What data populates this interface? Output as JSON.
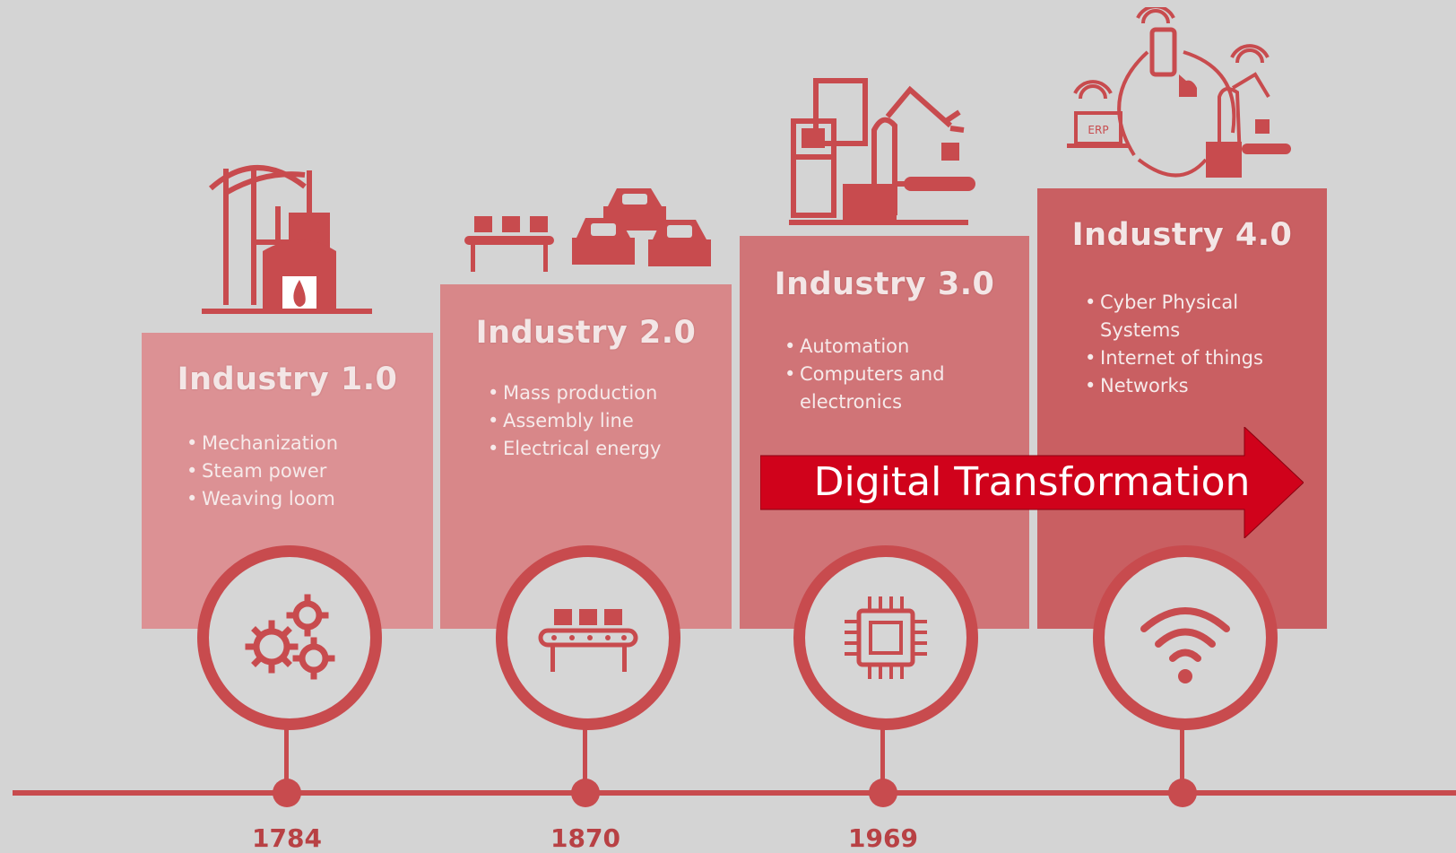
{
  "stages": [
    {
      "title": "Industry 1.0",
      "bullets": [
        "Mechanization",
        "Steam power",
        "Weaving loom"
      ],
      "year": "1784",
      "icon": "gears-icon",
      "illustration": "steam-engine-illustration"
    },
    {
      "title": "Industry 2.0",
      "bullets": [
        "Mass production",
        "Assembly line",
        "Electrical energy"
      ],
      "year": "1870",
      "icon": "conveyor-belt-icon",
      "illustration": "assembly-line-cars-illustration"
    },
    {
      "title": "Industry 3.0",
      "bullets": [
        "Automation",
        "Computers and electronics"
      ],
      "year": "1969",
      "icon": "microchip-icon",
      "illustration": "robot-arm-computer-illustration"
    },
    {
      "title": "Industry 4.0",
      "bullets": [
        "Cyber Physical Systems",
        "Internet of things",
        "Networks"
      ],
      "year": "",
      "icon": "wifi-icon",
      "illustration": "connected-devices-illustration"
    }
  ],
  "arrow": {
    "label": "Digital Transformation",
    "color": "#d0021b"
  },
  "illustration_text": {
    "erp": "ERP"
  },
  "colors": {
    "background": "#d4d4d4",
    "accent": "#c84b4e",
    "card_light": "#dd9193",
    "card_dark": "#c95b5e"
  }
}
